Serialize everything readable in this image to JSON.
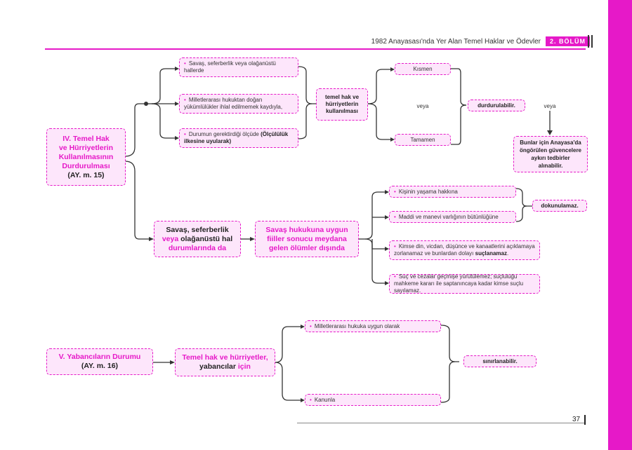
{
  "header": {
    "title": "1982 Anayasası'nda Yer Alan Temel Haklar ve Ödevler",
    "badge": "2. BÖLÜM"
  },
  "section4": {
    "title_l1": "IV. Temel Hak",
    "title_l2": "ve Hürriyetlerin",
    "title_l3": "Kullanılmasının",
    "title_l4": "Durdurulması",
    "ref": "(AY. m. 15)",
    "conditions": [
      "Savaş, seferberlik veya olağanüstü hallerde",
      "Milletlerarası hukuktan doğan yükümlülükler ihlal edilmemek kaydıyla,",
      "Durumun gerektirdiği ölçüde "
    ],
    "condition3_bold": "(Ölçülülük ilkesine uyularak)",
    "center_label": "temel hak ve hürriyetlerin kullanılması",
    "partial": "Kısmen",
    "veya": "veya",
    "full": "Tamamen",
    "result": "durdurulabilir.",
    "veya_right": "veya",
    "note": "Bunlar için Anayasa'da öngörülen güvencelere aykırı tedbirler alınabilir.",
    "war_a": "Savaş, seferberlik",
    "war_b": "veya",
    "war_c": " olağanüstü hal",
    "war_d": "durumlarında da",
    "deaths": "Savaş hukukuna uygun fiiller sonucu meydana gelen ölümler dışında",
    "life": "Kişinin yaşama hakkına",
    "integrity": "Maddi ve manevi varlığının bütünlüğüne",
    "untouchable": "dokunulamaz.",
    "conscience": "Kimse din, vicdan, düşünce ve kanaatlerini açıklamaya zorlanamaz ve bunlardan dolayı ",
    "conscience_bold": "suçlanamaz",
    "conscience_end": ".",
    "crime": "Suç ve cezalar geçmişe yürütülemez; suçluluğu mahkeme kararı ile saptanıncaya kadar kimse suçlu sayılamaz."
  },
  "section5": {
    "title": "V. Yabancıların Durumu",
    "ref": "(AY. m. 16)",
    "center_a": "Temel hak ve hürriyetler,",
    "center_b": "yabancılar",
    "center_c": " için",
    "int_law": "Milletlerarası hukuka uygun olarak",
    "law": "Kanunla",
    "result": "sınırlanabilir."
  },
  "footer": {
    "page": "37"
  },
  "colors": {
    "accent": "#e619c8",
    "box_fill": "#fde6fb"
  }
}
